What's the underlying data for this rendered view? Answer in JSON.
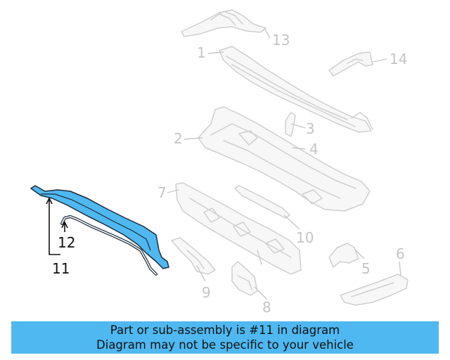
{
  "callouts": [
    {
      "id": "1",
      "label": "1"
    },
    {
      "id": "2",
      "label": "2"
    },
    {
      "id": "3",
      "label": "3"
    },
    {
      "id": "4",
      "label": "4"
    },
    {
      "id": "5",
      "label": "5"
    },
    {
      "id": "6",
      "label": "6"
    },
    {
      "id": "7",
      "label": "7"
    },
    {
      "id": "8",
      "label": "8"
    },
    {
      "id": "9",
      "label": "9"
    },
    {
      "id": "10",
      "label": "10"
    },
    {
      "id": "11",
      "label": "11"
    },
    {
      "id": "12",
      "label": "12"
    },
    {
      "id": "13",
      "label": "13"
    },
    {
      "id": "14",
      "label": "14"
    }
  ],
  "highlighted_part": "11",
  "colors": {
    "highlight_fill": "#4fb8f0",
    "banner_bg": "#4fb8f0",
    "part_line": "#cfcfcf",
    "callout_text": "#c4c4c4"
  },
  "banner": {
    "line1": "Part or sub-assembly is #11 in diagram",
    "line2": "Diagram may not be specific to your vehicle"
  }
}
